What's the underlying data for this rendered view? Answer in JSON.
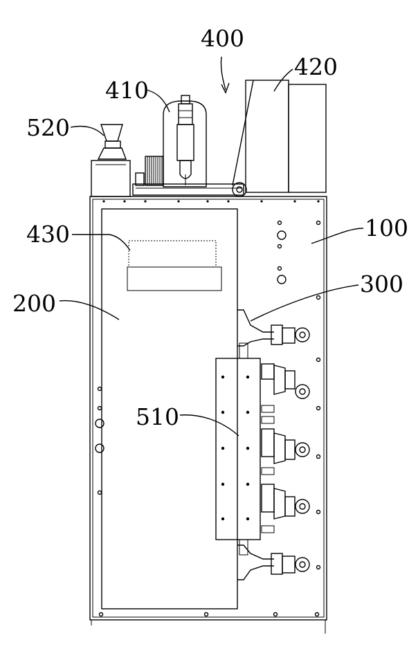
{
  "labels": {
    "l400": "400",
    "l410": "410",
    "l420": "420",
    "l520": "520",
    "l430": "430",
    "l100": "100",
    "l200": "200",
    "l300": "300",
    "l510": "510"
  }
}
